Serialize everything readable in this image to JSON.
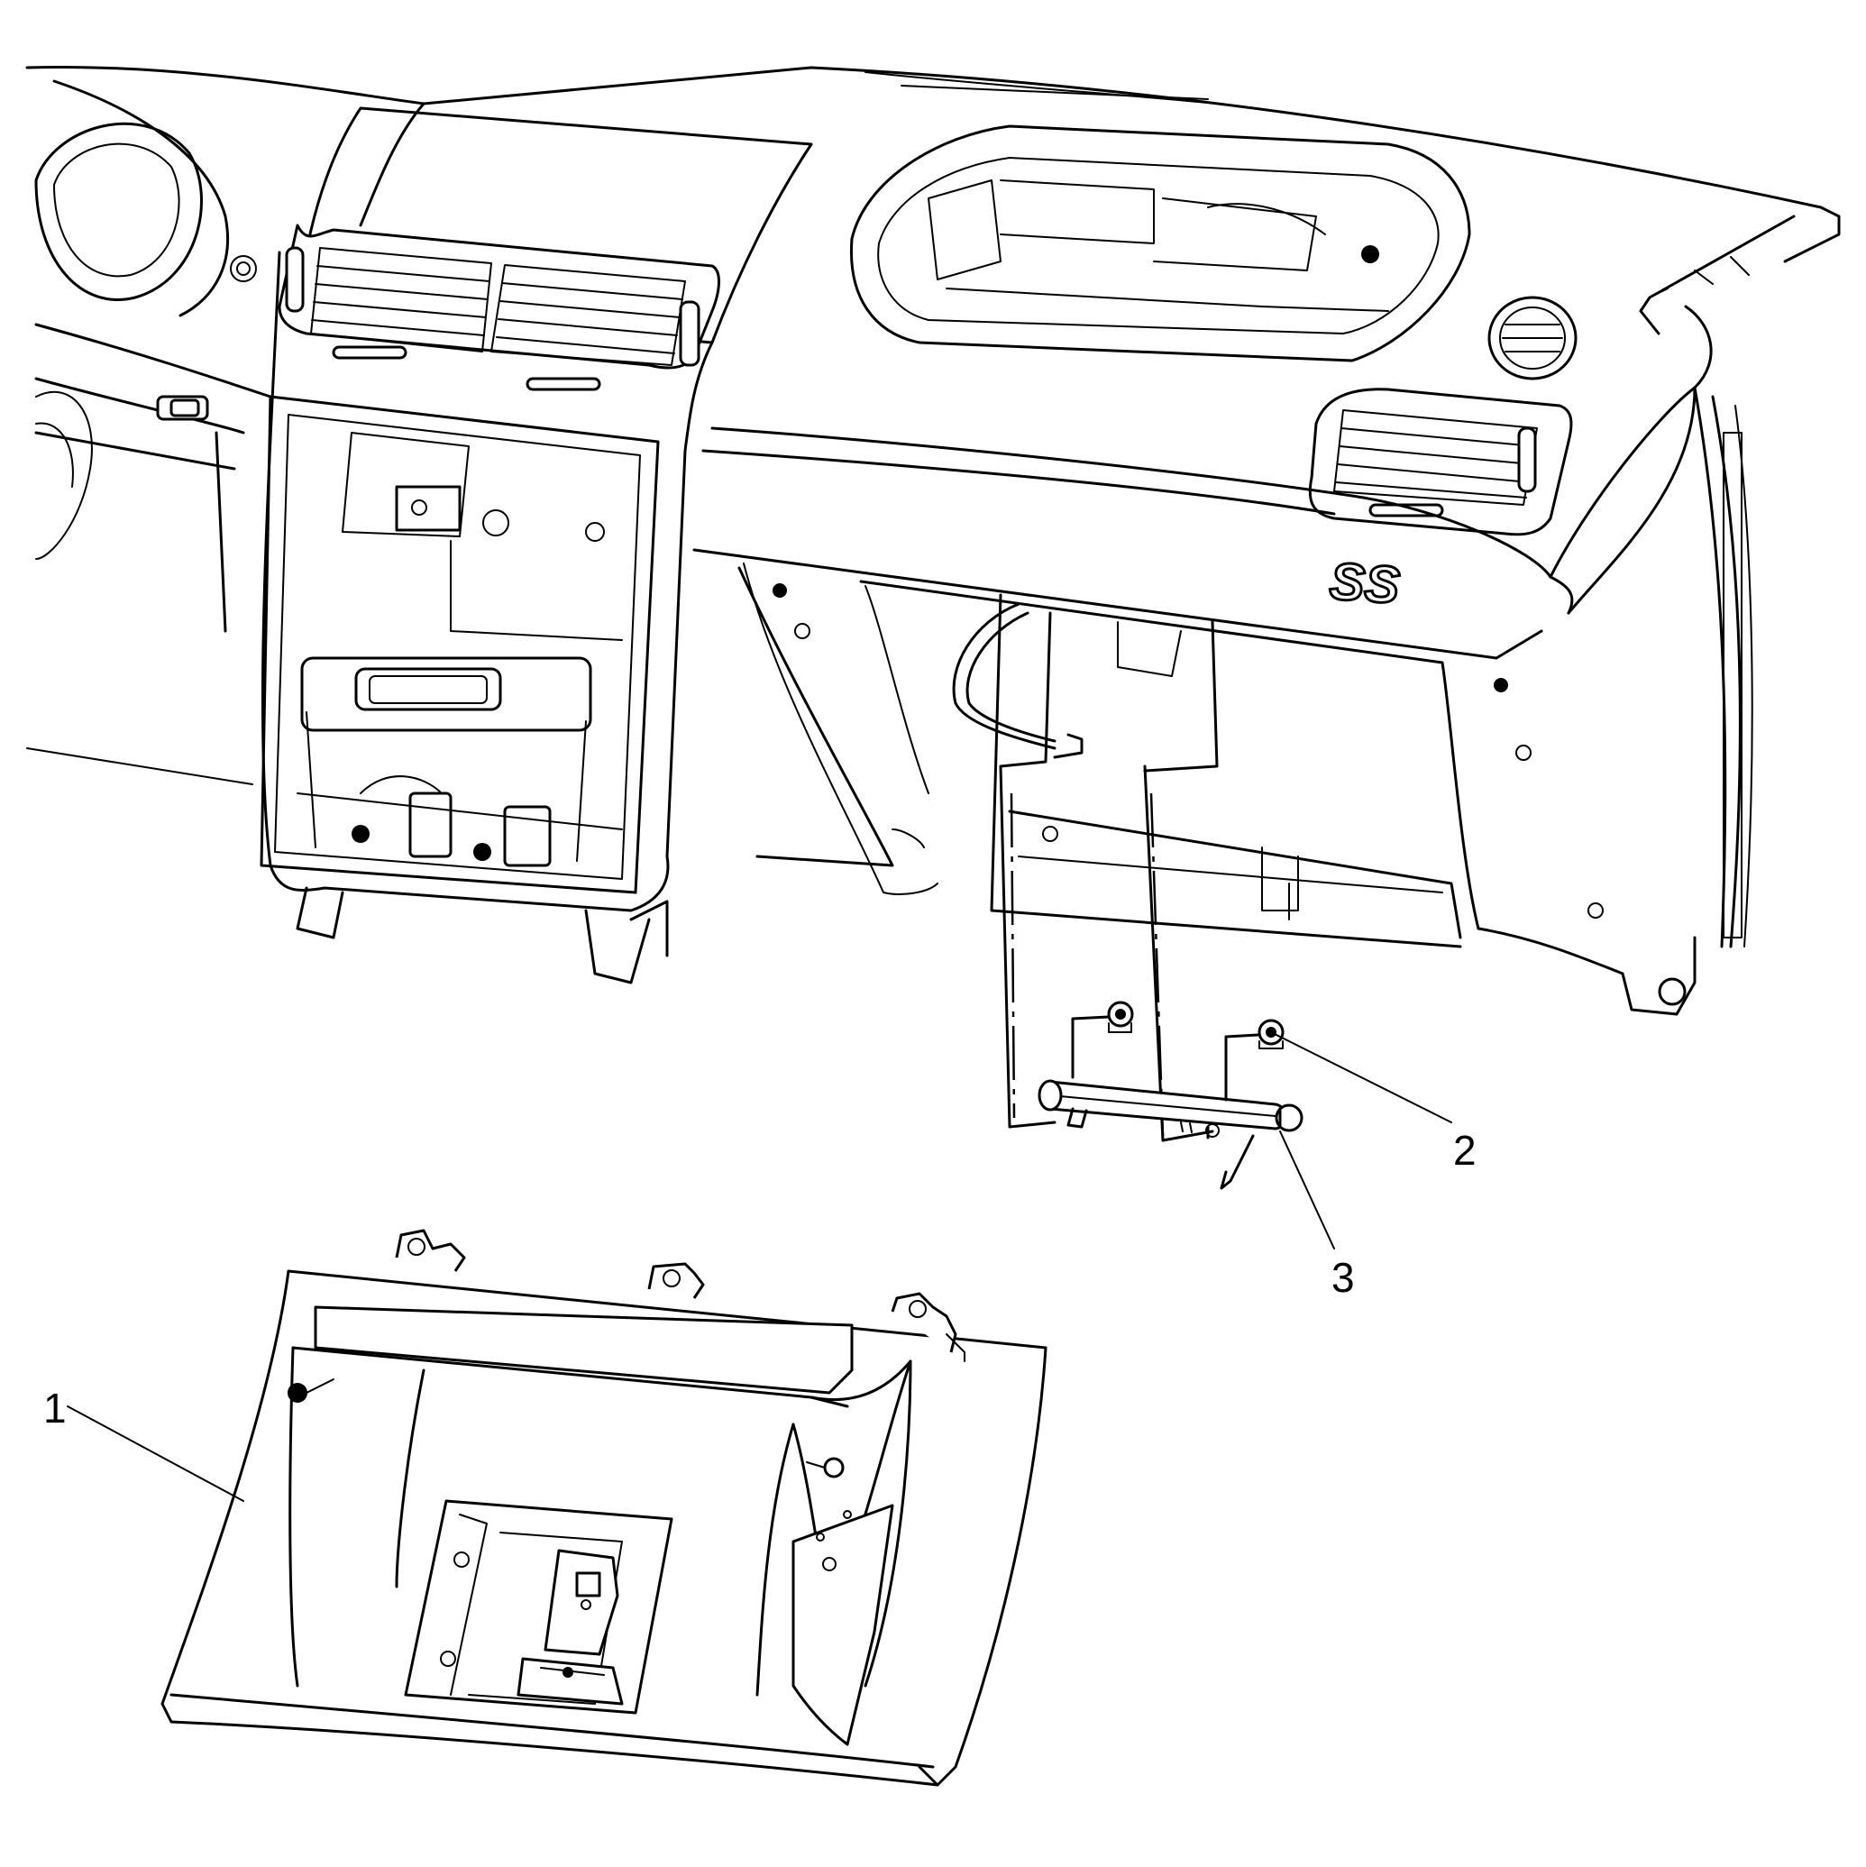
{
  "diagram": {
    "callouts": [
      {
        "id": "1",
        "label": "1"
      },
      {
        "id": "2",
        "label": "2"
      },
      {
        "id": "3",
        "label": "3"
      }
    ],
    "badge_text": "SS"
  }
}
